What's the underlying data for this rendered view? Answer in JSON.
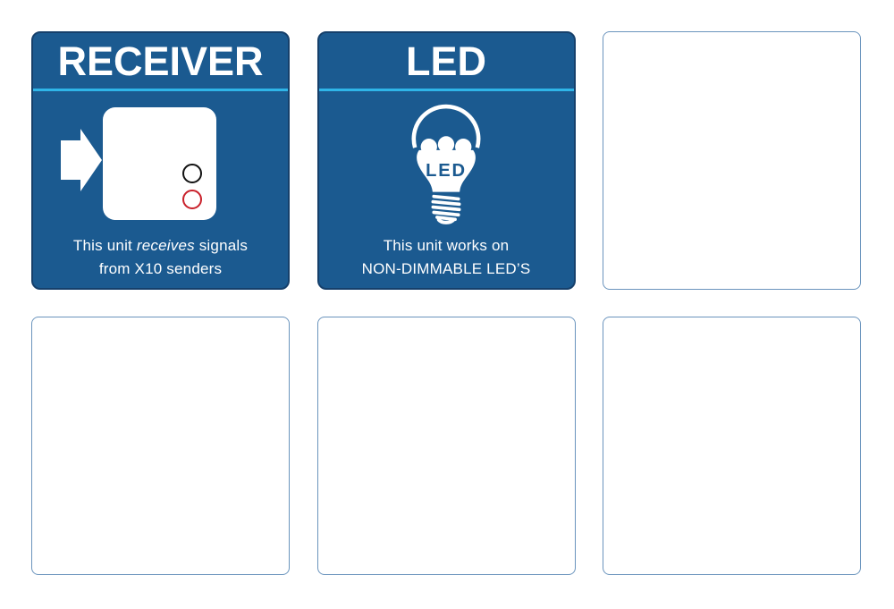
{
  "colors": {
    "page_bg": "#FFFFFF",
    "card_blue": "#1B5A90",
    "card_edge": "#16406B",
    "divider_cyan": "#2FB5E8",
    "empty_border": "#6A94BD",
    "indicator_black": "#111111",
    "indicator_red": "#C9202A",
    "text_white": "#FFFFFF"
  },
  "sheet": {
    "cards": [
      {
        "id": "receiver",
        "variant": "info",
        "title": "RECEIVER",
        "icon": "receiver-module-icon",
        "desc": {
          "line1_pre": "This unit ",
          "line1_italic": "receives",
          "line1_post": " signals",
          "line2": "from X10 senders"
        }
      },
      {
        "id": "led",
        "variant": "info",
        "title": "LED",
        "icon": "led-bulb-icon",
        "bulb_label": "LED",
        "desc": {
          "line1": "This unit works on",
          "line2": "NON-DIMMABLE LED’S"
        }
      },
      {
        "id": "empty-1",
        "variant": "empty"
      },
      {
        "id": "empty-2",
        "variant": "empty"
      },
      {
        "id": "empty-3",
        "variant": "empty"
      },
      {
        "id": "empty-4",
        "variant": "empty"
      }
    ]
  }
}
